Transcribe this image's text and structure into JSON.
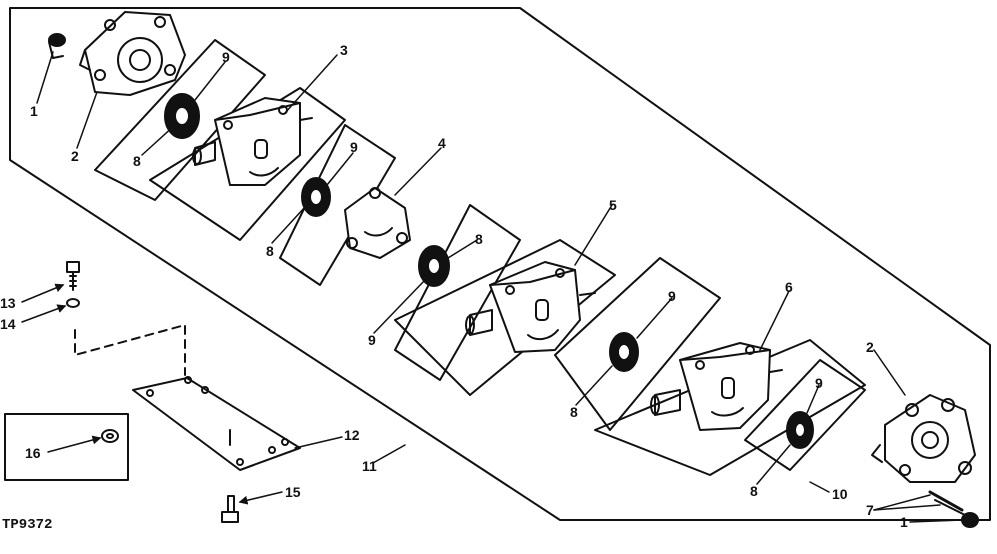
{
  "figure_code": "TP9372",
  "callouts": {
    "end_left_plug": "1",
    "end_left_cover": "2",
    "section_a": "3",
    "plate": "4",
    "section_b": "5",
    "section_c": "6",
    "end_right_fitting": "7",
    "end_right_cover": "2",
    "end_right_plug": "1",
    "seal_a_outer": "9",
    "seal_a_inner": "8",
    "seal_b_outer": "9",
    "seal_b_inner": "8",
    "seal_c_outer": "8",
    "seal_c_inner": "9",
    "seal_d_outer": "9",
    "seal_d_inner": "8",
    "seal_e_outer": "9",
    "seal_e_inner": "8",
    "kit_seal": "10",
    "assembly": "11",
    "mount_plate": "12",
    "bolt": "13",
    "washer": "14",
    "bottom_bolt": "15",
    "nut": "16"
  },
  "colors": {
    "ink": "#111111",
    "paper": "#ffffff"
  }
}
